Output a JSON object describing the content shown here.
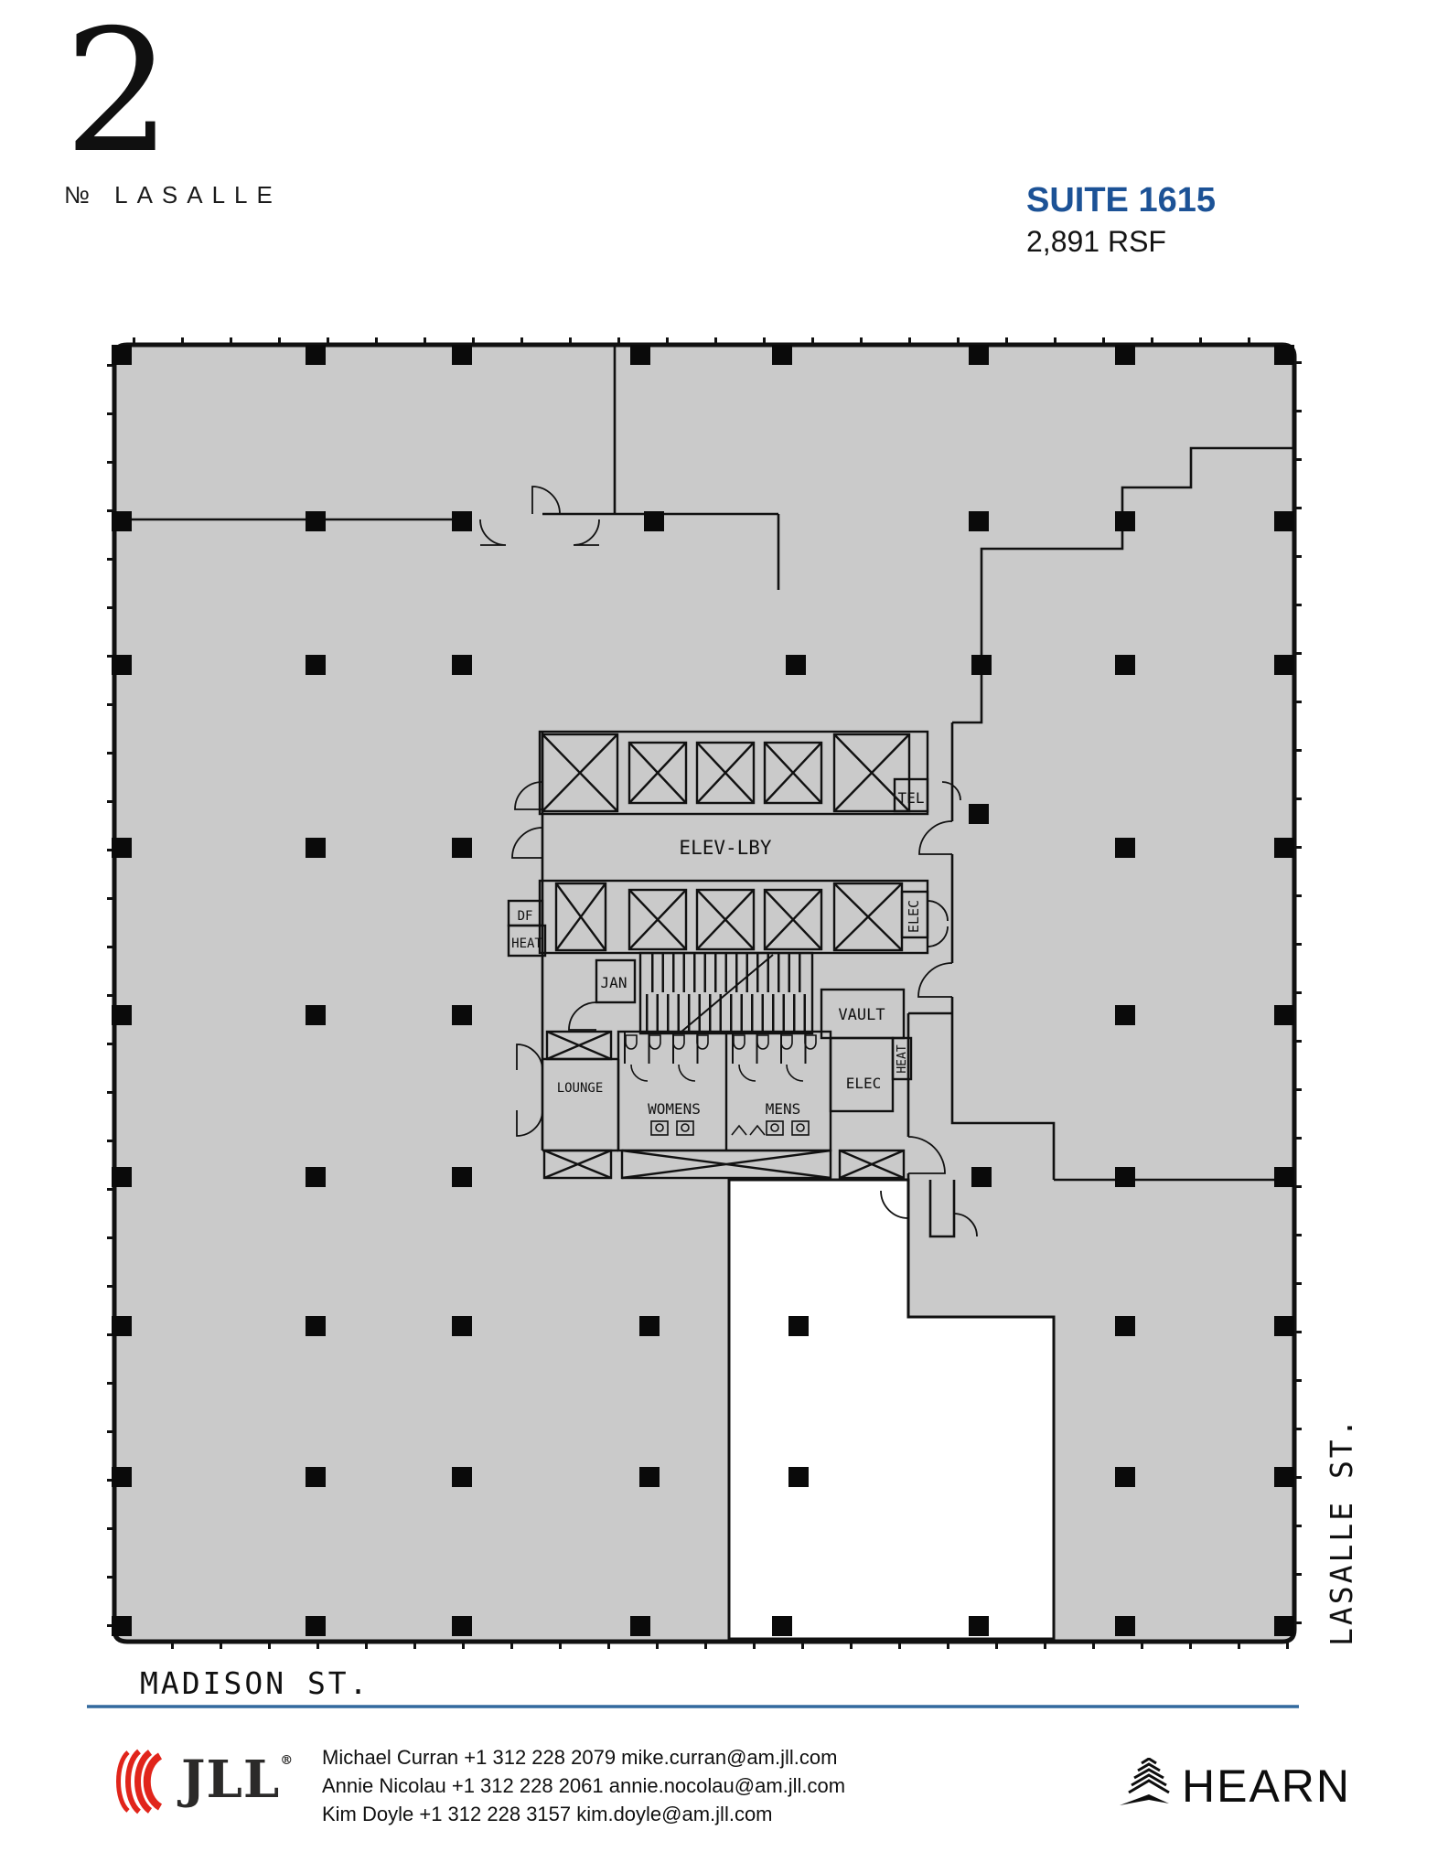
{
  "header": {
    "building_number": "2",
    "building_name": "№ LASALLE",
    "suite_title": "SUITE 1615",
    "suite_area": "2,891 RSF",
    "accent_blue": "#1C5296"
  },
  "plan": {
    "fill_gray": "#CACACA",
    "suite_fill": "#FFFFFF",
    "labels": {
      "elev_lby": "ELEV-LBY",
      "tel": "TEL",
      "df": "DF",
      "heat_upper": "HEAT",
      "elec_upper": "ELEC",
      "jan": "JAN",
      "vault": "VAULT",
      "heat_lower": "HEAT",
      "elec_lower": "ELEC",
      "lounge": "LOUNGE",
      "womens": "WOMENS",
      "mens": "MENS"
    },
    "streets": {
      "bottom": "MADISON ST.",
      "right": "LASALLE ST."
    }
  },
  "footer": {
    "jll_wordmark": "JLL",
    "jll_reg": "®",
    "jll_red": "#E1251B",
    "contacts": [
      "Michael Curran +1 312 228 2079 mike.curran@am.jll.com",
      "Annie Nicolau +1 312 228 2061 annie.nocolau@am.jll.com",
      "Kim Doyle +1 312 228 3157 kim.doyle@am.jll.com"
    ],
    "hearn_wordmark": "HEARN"
  }
}
